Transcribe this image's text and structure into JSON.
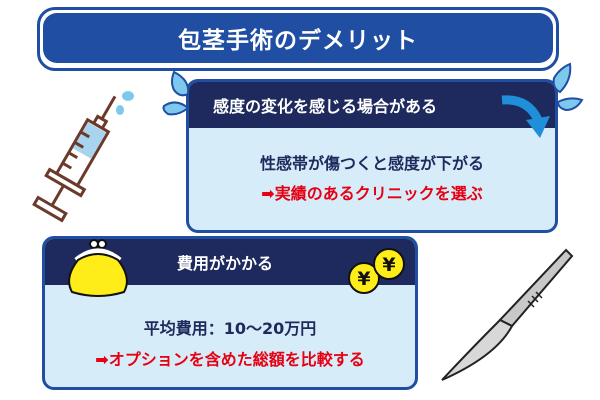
{
  "title": "包茎手術のデメリット",
  "sections": [
    {
      "heading": "感度の変化を感じる場合がある",
      "detail": "性感帯が傷つくと感度が下がる",
      "advice": "➡実績のあるクリニックを選ぶ"
    },
    {
      "heading": "費用がかかる",
      "detail": "平均費用：10〜20万円",
      "advice": "➡オプションを含めた総額を比較する"
    }
  ],
  "coin_symbol": "¥",
  "colors": {
    "title_blue": "#1f4ea3",
    "header_navy": "#1e2a5e",
    "body_light": "#d6ecf8",
    "advice_red": "#e60012"
  }
}
